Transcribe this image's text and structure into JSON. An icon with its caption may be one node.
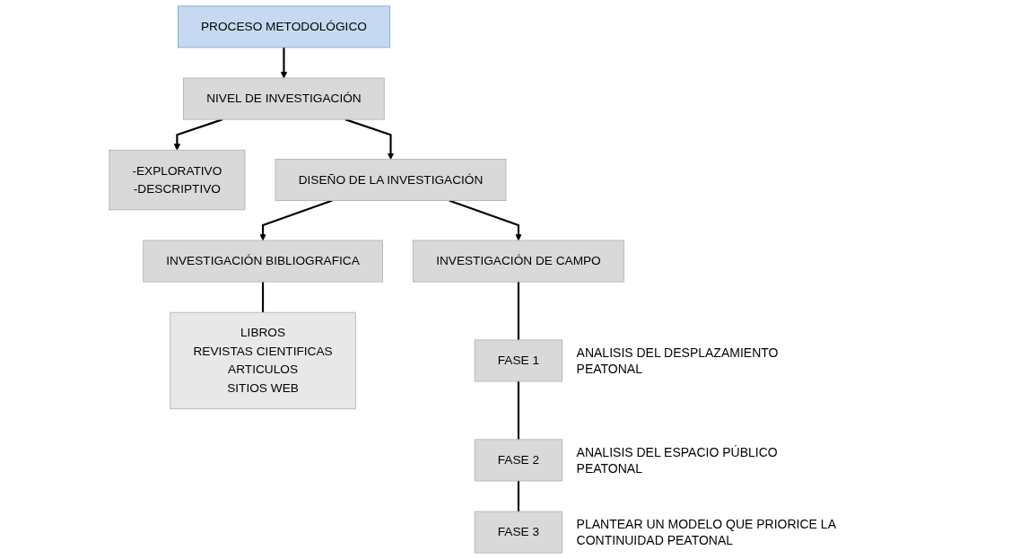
{
  "diagram": {
    "nodes": [
      {
        "text": [
          "PROCESO METODOLÓGICO"
        ]
      },
      {
        "text": [
          "NIVEL DE INVESTIGACIÓN"
        ]
      },
      {
        "text": [
          "-EXPLORATIVO",
          "-DESCRIPTIVO"
        ]
      },
      {
        "text": [
          "DISEÑO DE LA INVESTIGACIÓN"
        ]
      },
      {
        "text": [
          "INVESTIGACIÓN BIBLIOGRAFICA"
        ]
      },
      {
        "text": [
          "LIBROS",
          "REVISTAS CIENTIFICAS",
          "ARTICULOS",
          "SITIOS WEB"
        ]
      },
      {
        "text": [
          "INVESTIGACIÓN DE CAMPO"
        ]
      },
      {
        "text": [
          "FASE 1"
        ],
        "beside": [
          "ANALISIS DEL DESPLAZAMIENTO PEATONAL"
        ]
      },
      {
        "text": [
          "FASE 2"
        ],
        "beside": [
          "ANALISIS DEL ESPACIO PÚBLICO PEATONAL"
        ]
      },
      {
        "text": [
          "FASE 3"
        ],
        "beside": [
          "PLANTEAR UN MODELO QUE PRIORICE LA CONTINUIDAD PEATONAL"
        ]
      }
    ],
    "edges": [
      {
        "from": 0,
        "to": 1,
        "arrow": "to"
      },
      {
        "from": 1,
        "to": 2,
        "arrow": "to"
      },
      {
        "from": 1,
        "to": 3,
        "arrow": "to"
      },
      {
        "from": 3,
        "to": 4,
        "arrow": "to"
      },
      {
        "from": 3,
        "to": 6,
        "arrow": "to"
      },
      {
        "from": 4,
        "to": 5,
        "arrow": "none"
      },
      {
        "from": 6,
        "to": 7,
        "arrow": "none"
      },
      {
        "from": 7,
        "to": 8,
        "arrow": "none"
      },
      {
        "from": 8,
        "to": 9,
        "arrow": "none"
      }
    ]
  }
}
